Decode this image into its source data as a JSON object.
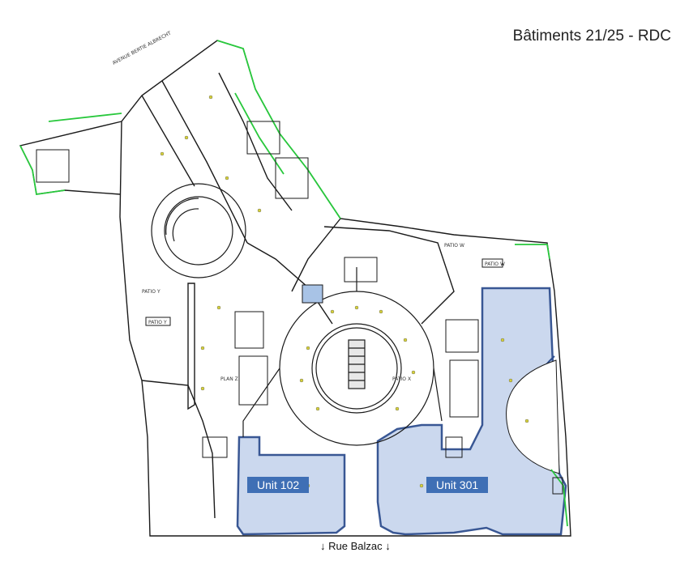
{
  "title": "Bâtiments 21/25 - RDC",
  "street": "↓ Rue Balzac ↓",
  "units": [
    {
      "id": "unit-102",
      "label": "Unit 102"
    },
    {
      "id": "unit-301",
      "label": "Unit 301"
    }
  ],
  "plan_labels": {
    "avenue": "AVENUE BERTIE ALBRECHT",
    "patio_w": "PATIO W",
    "patio_w_tag": "PATIO W",
    "patio_y": "PATIO Y",
    "patio_y_tag": "PATIO Y",
    "patio_x": "PATIO X",
    "plan_z": "PLAN Z"
  },
  "colors": {
    "outline": "#1a1a1a",
    "green_edge": "#28c83c",
    "unit_fill": "#c9d6ee",
    "unit_border": "#2f4f8f",
    "unit_label_bg": "#3f6fb5",
    "marker": "#d7d23a"
  }
}
